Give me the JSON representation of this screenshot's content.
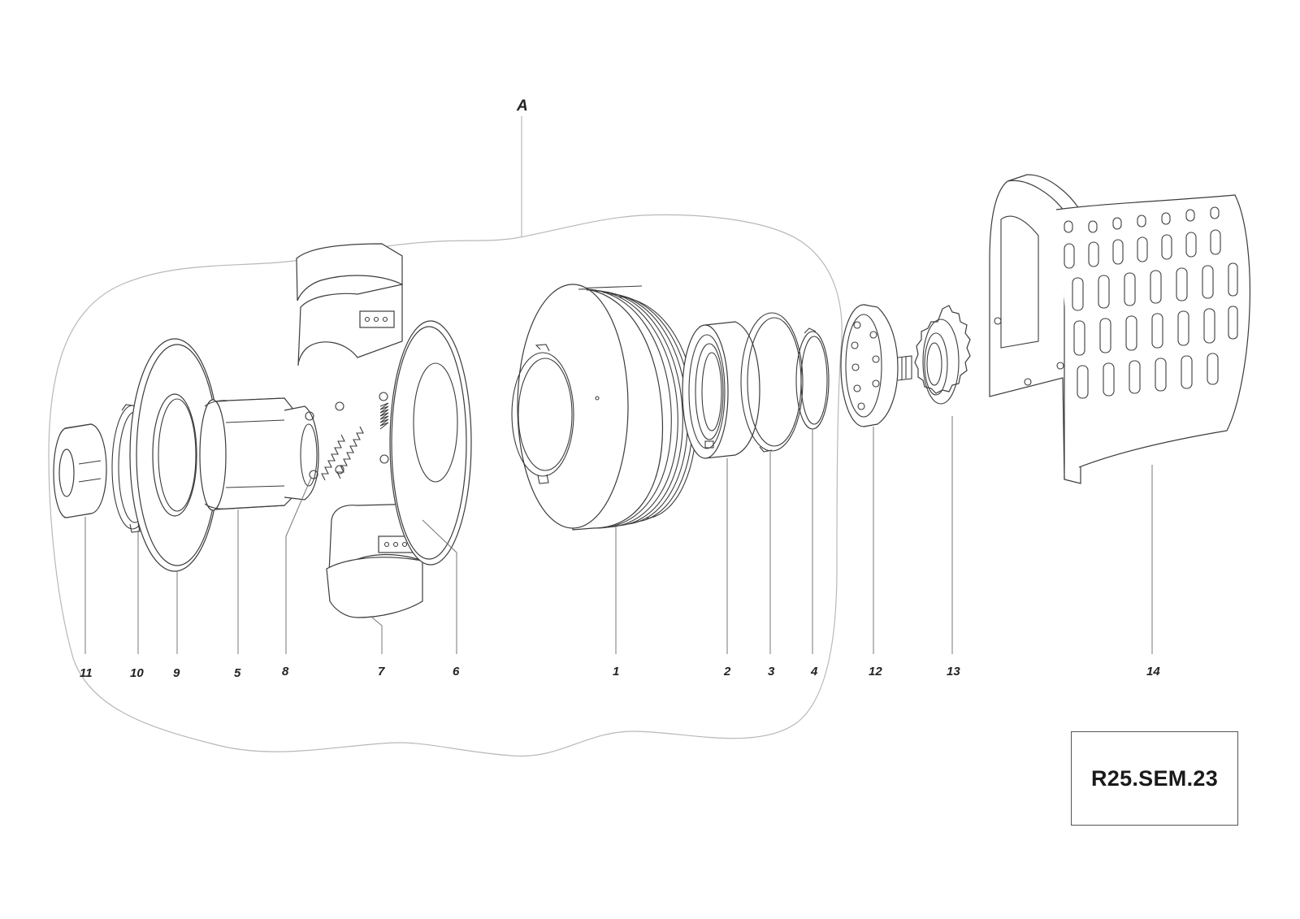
{
  "assembly_label": "A",
  "drawing_code": "R25.SEM.23",
  "callouts": [
    {
      "id": "11",
      "text": "11"
    },
    {
      "id": "10",
      "text": "10"
    },
    {
      "id": "9",
      "text": "9"
    },
    {
      "id": "5",
      "text": "5"
    },
    {
      "id": "8",
      "text": "8"
    },
    {
      "id": "7",
      "text": "7"
    },
    {
      "id": "6",
      "text": "6"
    },
    {
      "id": "1",
      "text": "1"
    },
    {
      "id": "2",
      "text": "2"
    },
    {
      "id": "3",
      "text": "3"
    },
    {
      "id": "4",
      "text": "4"
    },
    {
      "id": "12",
      "text": "12"
    },
    {
      "id": "13",
      "text": "13"
    },
    {
      "id": "14",
      "text": "14"
    }
  ]
}
